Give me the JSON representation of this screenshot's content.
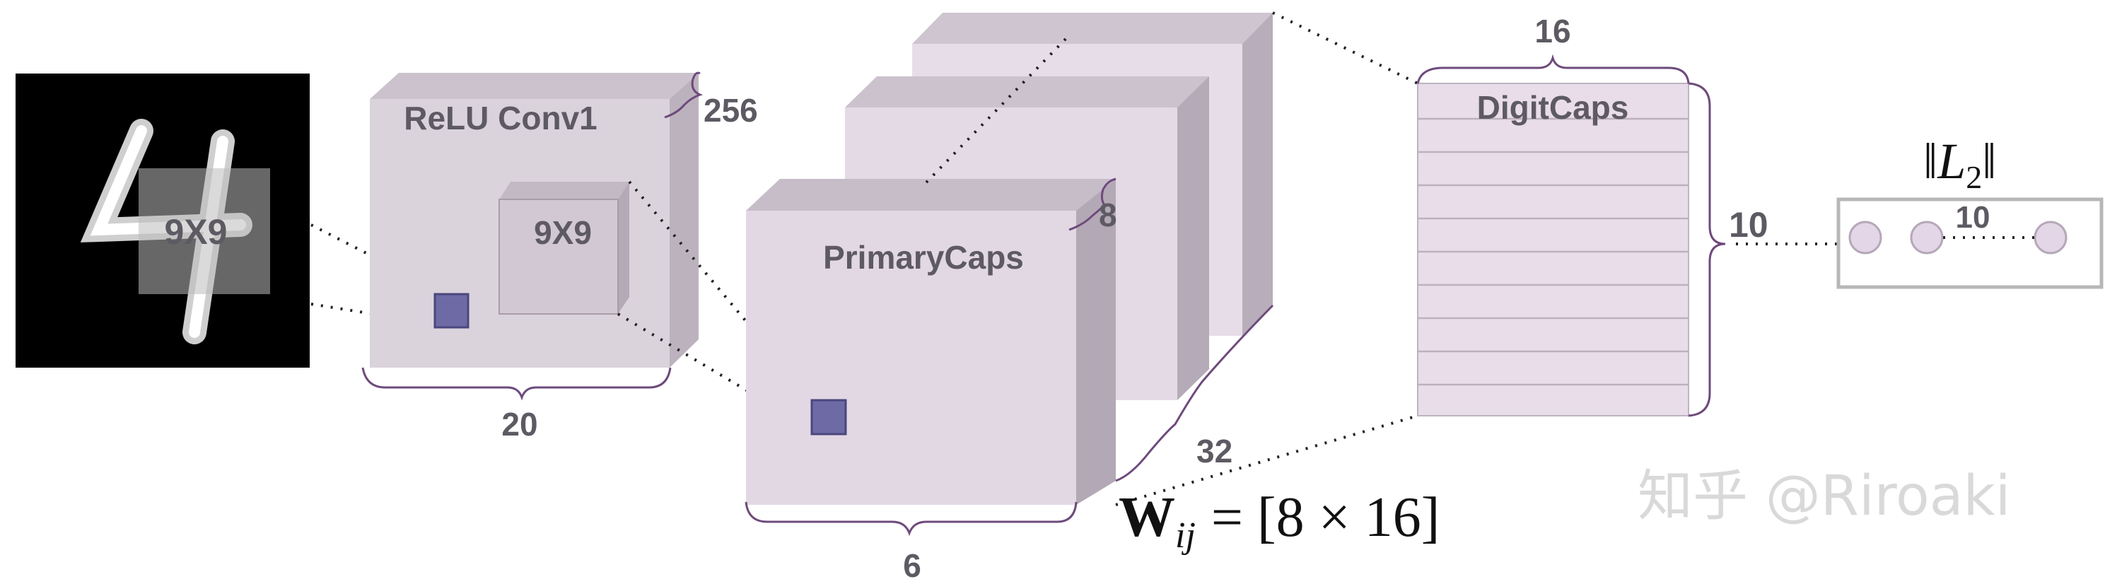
{
  "input_image": {
    "kernel_label": "9X9"
  },
  "relu_conv1": {
    "title": "ReLU Conv1",
    "kernel_label": "9X9",
    "width_label": "20",
    "depth_label": "256"
  },
  "primary_caps": {
    "title": "PrimaryCaps",
    "width_label": "6",
    "depth_label": "8",
    "count_label": "32"
  },
  "digit_caps": {
    "title": "DigitCaps",
    "width_label": "16",
    "height_label": "10"
  },
  "output": {
    "norm_label": "‖L",
    "norm_subscript": "2",
    "norm_close": "‖",
    "count_label": "10"
  },
  "weight_eq": {
    "base": "W",
    "subscript": "ij",
    "rhs": "= [8 × 16]"
  },
  "watermark": "知乎 @Riroaki",
  "colors": {
    "layer_face": "#d9d1db",
    "layer_top": "#c7bdc9",
    "layer_side": "#b9aebb",
    "primary_face": "#e6dbe8",
    "digit_face": "#e8dde9",
    "accent_patch": "#6e6aa6",
    "brace": "#6e4a7c",
    "label": "#5e5a63"
  }
}
